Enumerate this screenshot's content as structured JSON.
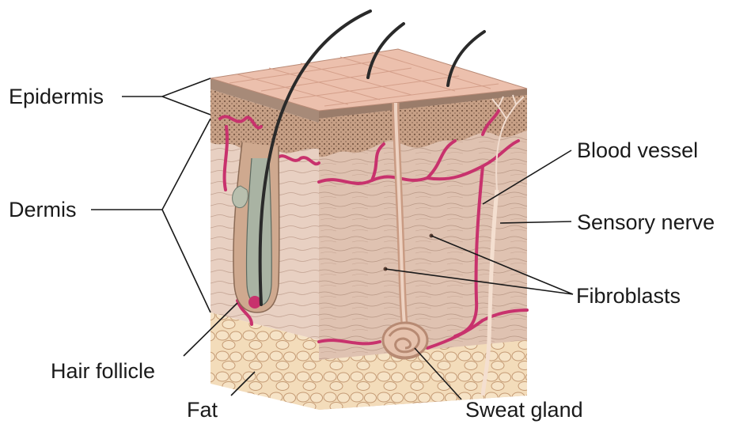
{
  "labels": {
    "epidermis": "Epidermis",
    "dermis": "Dermis",
    "hair_follicle": "Hair follicle",
    "fat": "Fat",
    "blood_vessel": "Blood vessel",
    "sensory_nerve": "Sensory nerve",
    "fibroblasts": "Fibroblasts",
    "sweat_gland": "Sweat gland"
  },
  "colors": {
    "epidermis_top": "#e9b9a6",
    "epidermis_dots": "#8a6a55",
    "dermis": "#e6c9b8",
    "dermis_front": "#dcbfae",
    "fat": "#f1d9b5",
    "fat_outline": "#c9a079",
    "vessel": "#c8326d",
    "hair": "#2a2a2a",
    "follicle": "#a9b3a3",
    "nerve": "#efd2bf",
    "ink": "#1a1a1a"
  }
}
